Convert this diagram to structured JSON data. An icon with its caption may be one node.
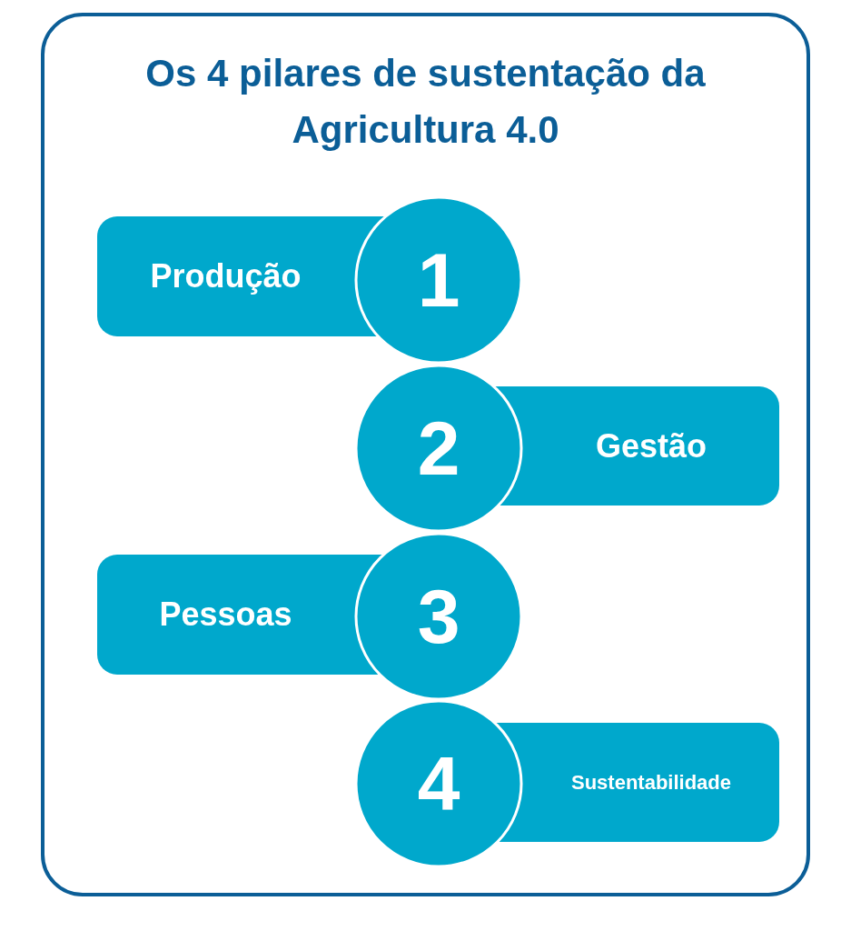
{
  "diagram": {
    "title": "Os 4 pilares de sustentação da Agricultura 4.0",
    "nodes": [
      {
        "text": [
          "Produção"
        ]
      },
      {
        "text": [
          "1"
        ]
      },
      {
        "text": [
          "2"
        ]
      },
      {
        "text": [
          "Gestão"
        ]
      },
      {
        "text": [
          "Pessoas"
        ]
      },
      {
        "text": [
          "3"
        ]
      },
      {
        "text": [
          "4"
        ]
      },
      {
        "text": [
          "Sustentabilidade"
        ]
      }
    ],
    "edges": []
  }
}
